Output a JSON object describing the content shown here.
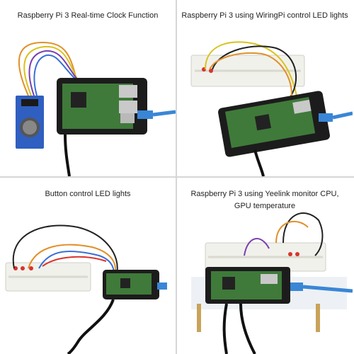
{
  "panels": [
    {
      "caption": "Raspberry Pi 3 Real-time Clock Function"
    },
    {
      "caption": "Raspberry Pi 3 using WiringPi control LED lights"
    },
    {
      "caption": "Button control LED lights"
    },
    {
      "caption_line1": "Raspberry Pi 3 using Yeelink monitor CPU,",
      "caption_line2": "GPU temperature"
    }
  ],
  "colors": {
    "case_black": "#1c1c1c",
    "pcb_green": "#3f7a3a",
    "ethernet_blue": "#3a86d6",
    "breadboard_white": "#f1f1ec",
    "acrylic": "#e9eef2",
    "wire_colors": [
      "#e0902a",
      "#d8c21d",
      "#7a3fb0",
      "#3b6fd6",
      "#2a9a4a",
      "#d9332b",
      "#222222"
    ]
  }
}
